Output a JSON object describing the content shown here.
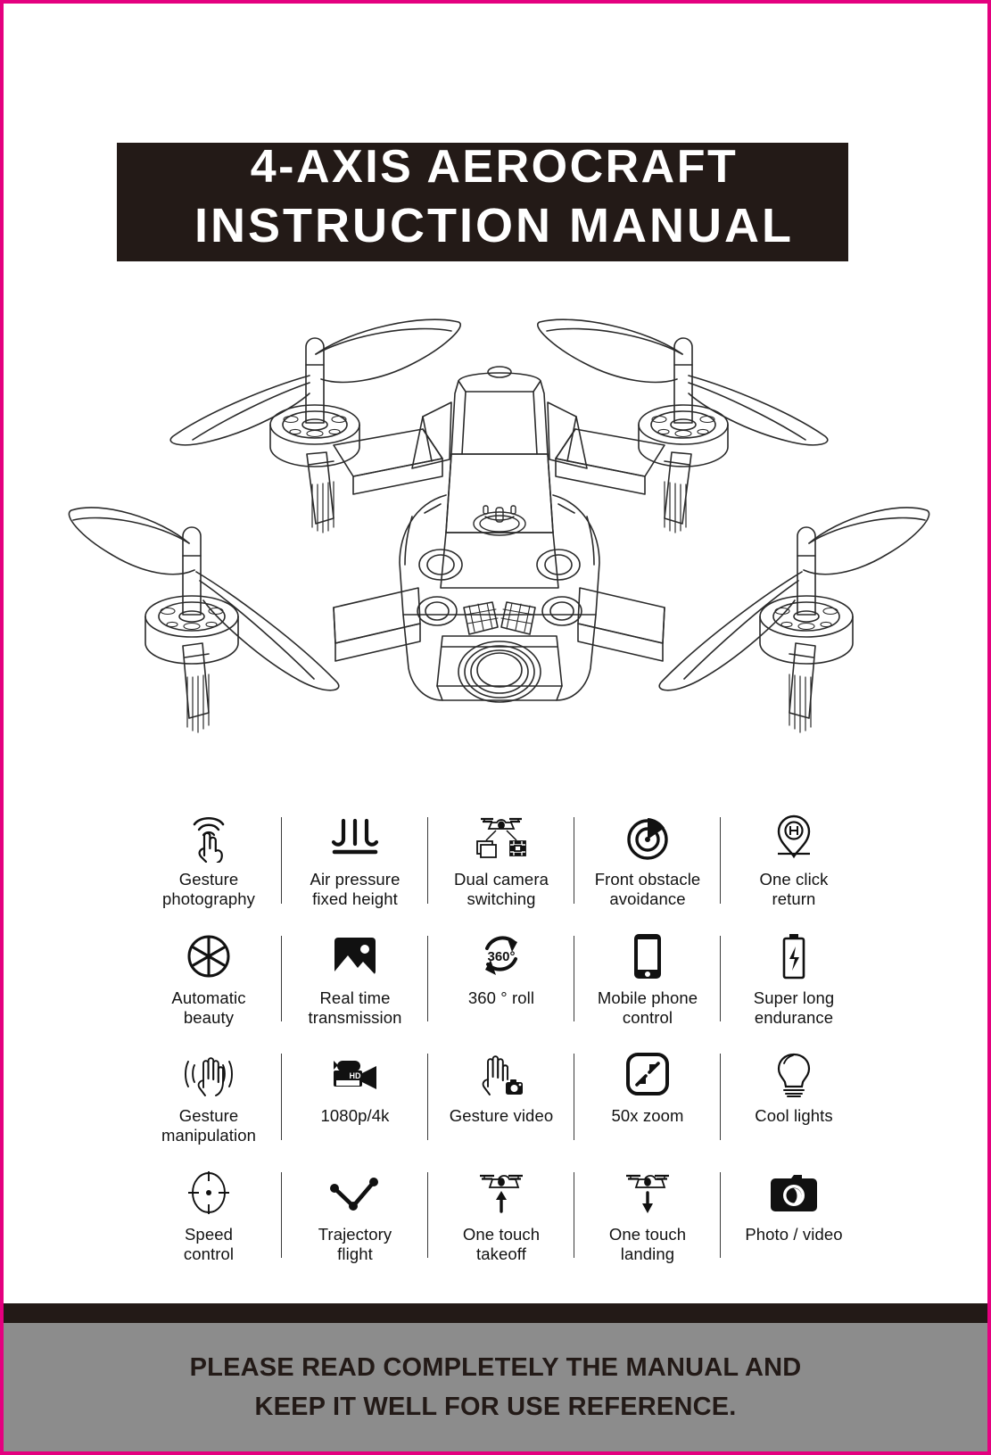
{
  "page": {
    "border_color": "#e4007f",
    "background_color": "#ffffff"
  },
  "header": {
    "banner_color": "#231a17",
    "title_line1": "4-AXIS AEROCRAFT",
    "title_line2": "INSTRUCTION MANUAL"
  },
  "illustration": {
    "name": "quadcopter-drone-line-drawing",
    "description": "Four-axis aerocraft top view outline"
  },
  "features": [
    {
      "icon": "gesture-photography-icon",
      "label_line1": "Gesture",
      "label_line2": "photography"
    },
    {
      "icon": "air-pressure-icon",
      "label_line1": "Air pressure",
      "label_line2": "fixed height"
    },
    {
      "icon": "dual-camera-icon",
      "label_line1": "Dual camera",
      "label_line2": "switching"
    },
    {
      "icon": "obstacle-radar-icon",
      "label_line1": "Front obstacle",
      "label_line2": "avoidance"
    },
    {
      "icon": "return-home-pin-icon",
      "label_line1": "One click",
      "label_line2": "return"
    },
    {
      "icon": "aperture-icon",
      "label_line1": "Automatic",
      "label_line2": "beauty"
    },
    {
      "icon": "image-transmission-icon",
      "label_line1": "Real time",
      "label_line2": "transmission"
    },
    {
      "icon": "rotate-360-icon",
      "label_line1": "360 ° roll",
      "label_line2": ""
    },
    {
      "icon": "mobile-phone-icon",
      "label_line1": "Mobile phone",
      "label_line2": "control"
    },
    {
      "icon": "battery-bolt-icon",
      "label_line1": "Super long",
      "label_line2": "endurance"
    },
    {
      "icon": "gesture-wave-icon",
      "label_line1": "Gesture",
      "label_line2": "manipulation"
    },
    {
      "icon": "hd-camcorder-icon",
      "label_line1": "1080p/4k",
      "label_line2": ""
    },
    {
      "icon": "gesture-video-icon",
      "label_line1": "Gesture video",
      "label_line2": ""
    },
    {
      "icon": "zoom-arrows-icon",
      "label_line1": "50x zoom",
      "label_line2": ""
    },
    {
      "icon": "light-bulb-icon",
      "label_line1": "Cool lights",
      "label_line2": ""
    },
    {
      "icon": "crosshair-icon",
      "label_line1": "Speed",
      "label_line2": "control"
    },
    {
      "icon": "trajectory-path-icon",
      "label_line1": "Trajectory",
      "label_line2": "flight"
    },
    {
      "icon": "drone-takeoff-icon",
      "label_line1": "One touch",
      "label_line2": "takeoff"
    },
    {
      "icon": "drone-landing-icon",
      "label_line1": "One touch",
      "label_line2": "landing"
    },
    {
      "icon": "photo-camera-icon",
      "label_line1": "Photo / video",
      "label_line2": ""
    }
  ],
  "footer": {
    "bar_color": "#231a17",
    "band_color": "#8c8c8c",
    "line1": "PLEASE READ COMPLETELY THE MANUAL AND",
    "line2": "KEEP IT WELL FOR USE REFERENCE."
  }
}
